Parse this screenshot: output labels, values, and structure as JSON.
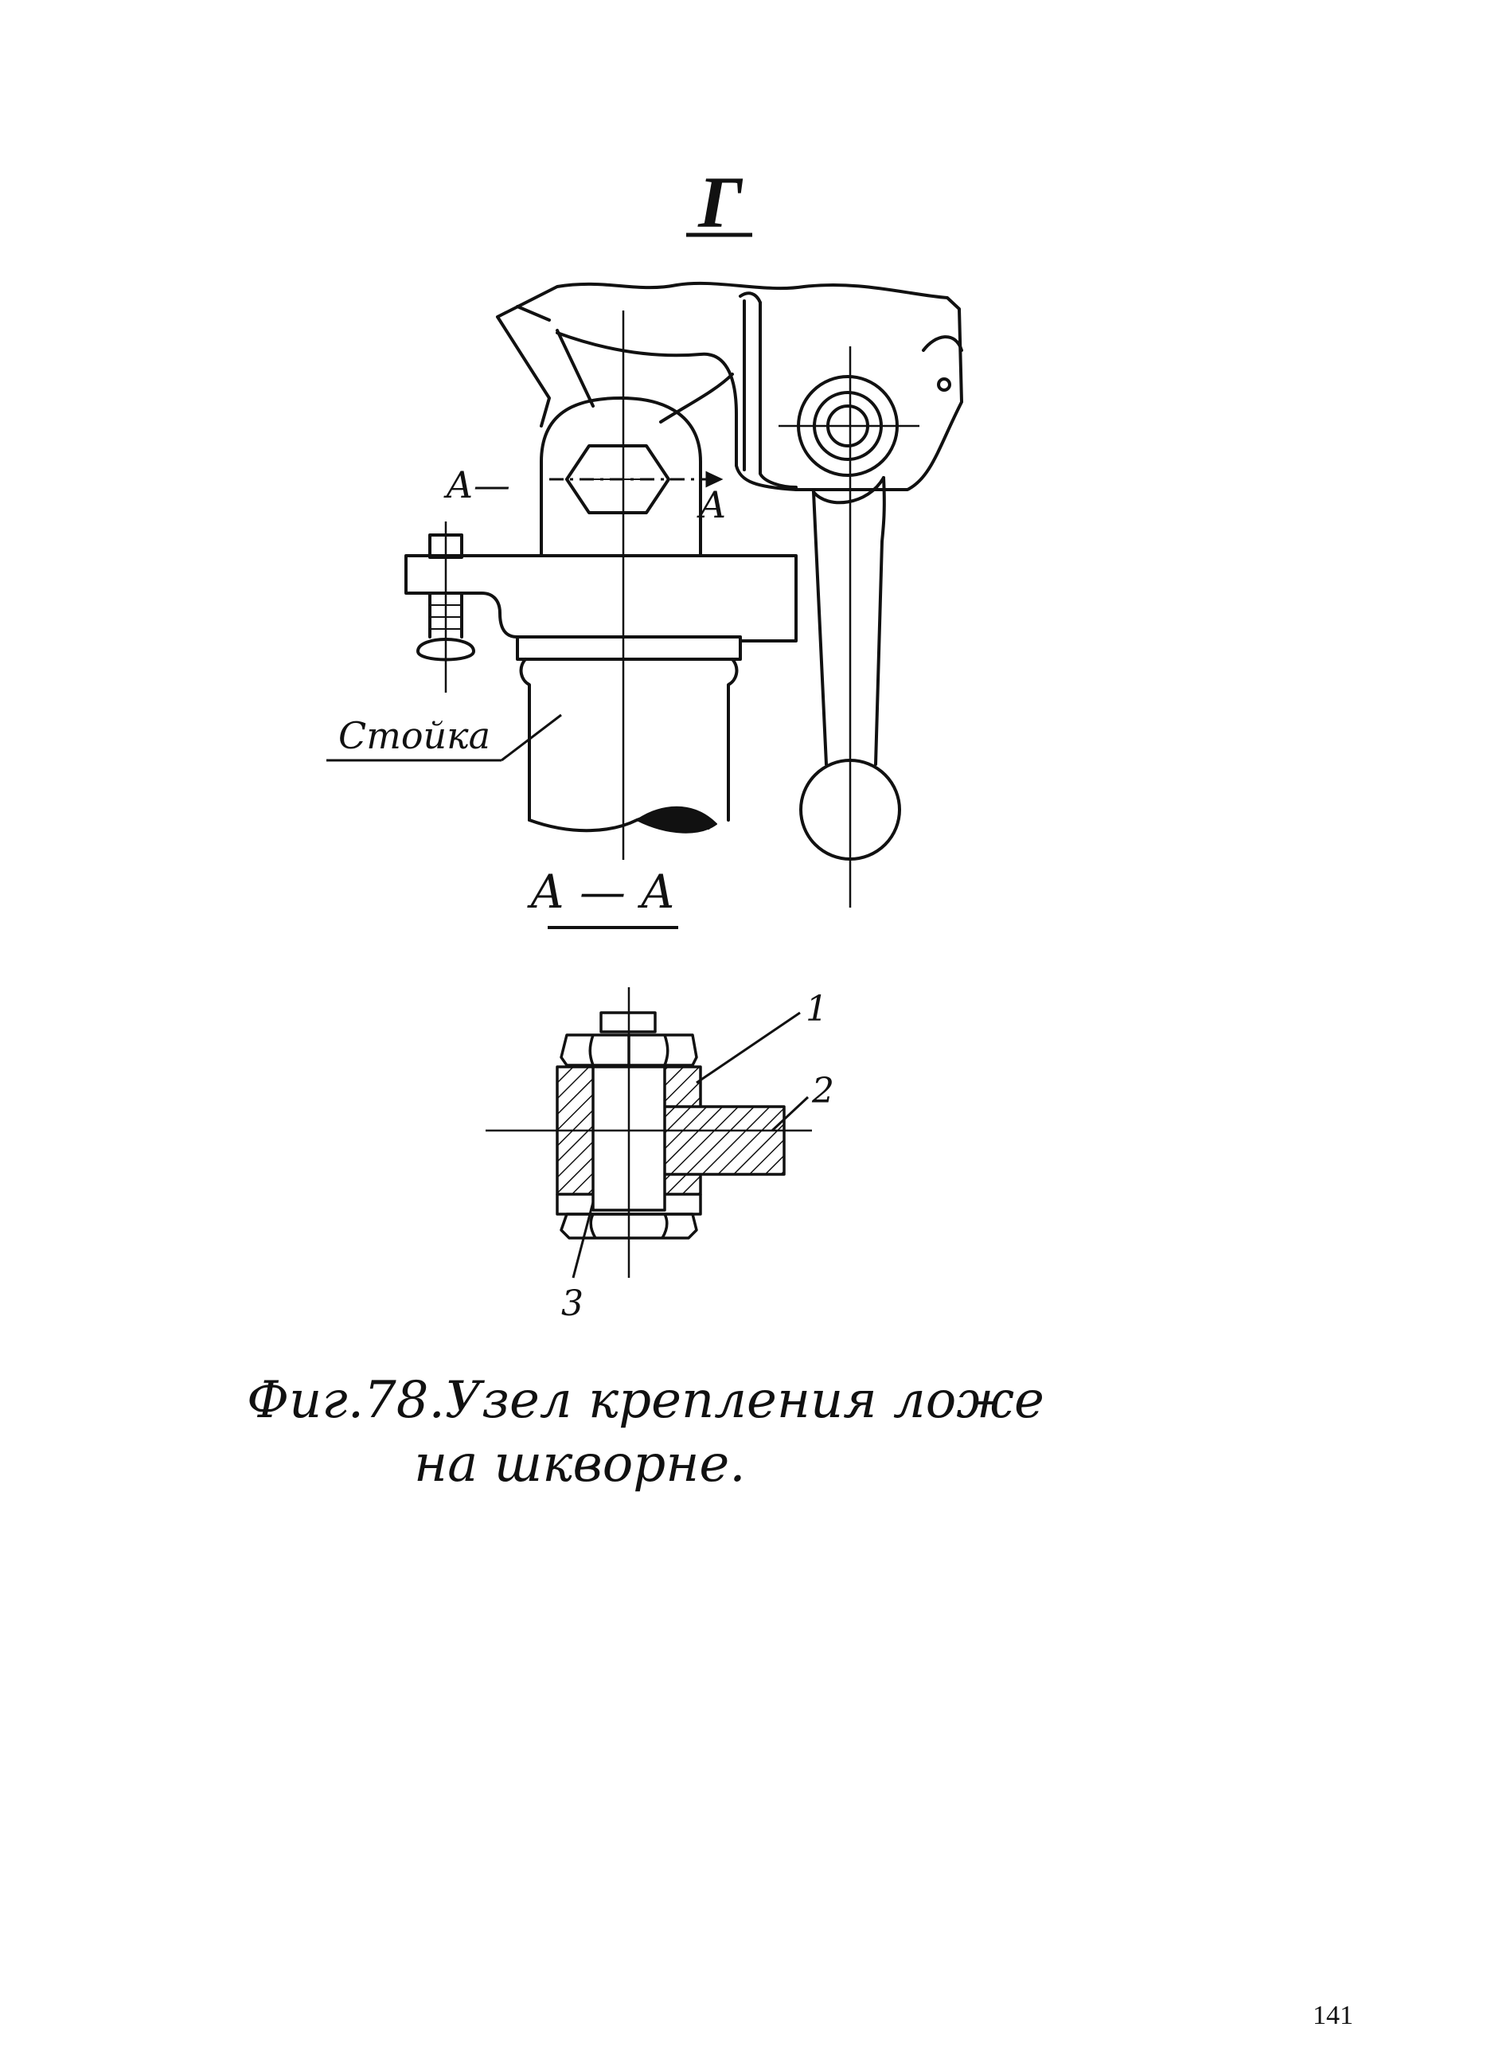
{
  "view_title": "Г",
  "section_marks": {
    "left": "А—",
    "right": "А"
  },
  "part_label": "Стойка",
  "section_title": "А — А",
  "callouts": [
    "1",
    "2",
    "3"
  ],
  "caption": {
    "line1": "Фиг.78.Узел крепления ложе",
    "line2": "на шкворне."
  },
  "page_number": "141"
}
